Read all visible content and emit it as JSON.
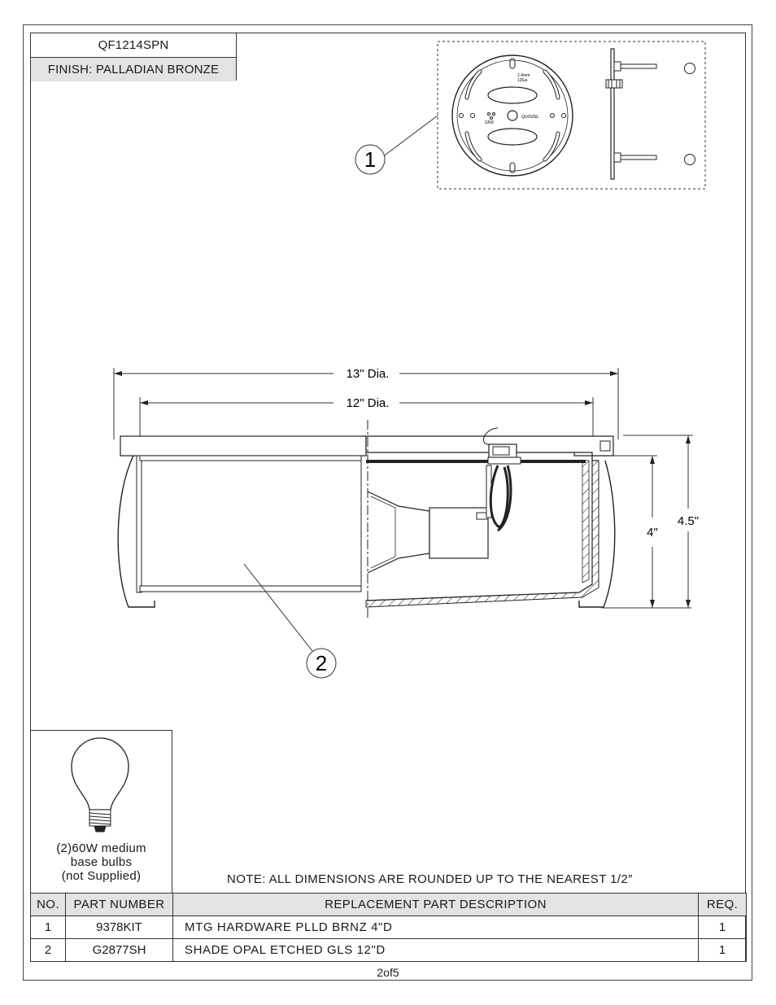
{
  "header": {
    "model": "QF1214SPN",
    "finish": "FINISH: PALLADIAN BRONZE"
  },
  "callouts": {
    "one": "1",
    "two": "2"
  },
  "mount_plate": {
    "size_label": "2.4mm",
    "gauge_label": "13Ga",
    "brand": "QUOIZEL",
    "ground_label": "GND"
  },
  "dimensions": {
    "outer_dia": "13\" Dia.",
    "inner_dia": "12\" Dia.",
    "shade_height": "4\"",
    "total_height": "4.5\""
  },
  "bulb": {
    "line1": "(2)60W medium",
    "line2": "base bulbs",
    "line3": "(not Supplied)"
  },
  "note": "NOTE:  ALL DIMENSIONS ARE ROUNDED UP TO THE NEAREST  1/2″",
  "parts_table": {
    "headers": {
      "no": "NO.",
      "part": "PART NUMBER",
      "desc": "REPLACEMENT PART DESCRIPTION",
      "req": "REQ."
    },
    "rows": [
      {
        "no": "1",
        "part": "9378KIT",
        "desc": "MTG HARDWARE PLLD BRNZ 4\"D",
        "req": "1"
      },
      {
        "no": "2",
        "part": "G2877SH",
        "desc": "SHADE OPAL ETCHED GLS 12\"D",
        "req": "1"
      }
    ]
  },
  "page": "2of5"
}
